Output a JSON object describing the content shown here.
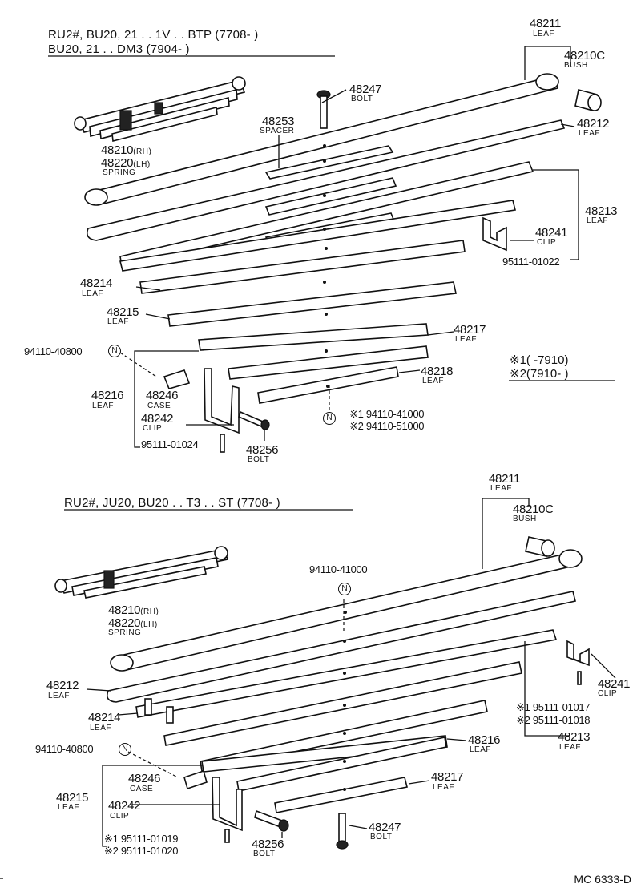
{
  "section1": {
    "header_line1": "RU2#, BU20, 21 . . 1V . . BTP (7708-        )",
    "header_line2": "BU20, 21 . . DM3 (7904-          )",
    "spring_parts": [
      "48210",
      "48220"
    ],
    "spring_side": [
      "(RH)",
      "(LH)"
    ],
    "spring_name": "SPRING",
    "labels": {
      "p48211": "48211",
      "n48211": "LEAF",
      "p48210c": "48210C",
      "n48210c": "BUSH",
      "p48247": "48247",
      "n48247": "BOLT",
      "p48253": "48253",
      "n48253": "SPACER",
      "p48212": "48212",
      "n48212": "LEAF",
      "p48213": "48213",
      "n48213": "LEAF",
      "p48241": "48241",
      "n48241": "CLIP",
      "p95111_01022": "95111-01022",
      "p48214": "48214",
      "n48214": "LEAF",
      "p48215": "48215",
      "n48215": "LEAF",
      "p48217": "48217",
      "n48217": "LEAF",
      "p94110_40800": "94110-40800",
      "p48218": "48218",
      "n48218": "LEAF",
      "p48216": "48216",
      "n48216": "LEAF",
      "p48246": "48246",
      "n48246": "CASE",
      "p48242": "48242",
      "n48242": "CLIP",
      "p95111_01024": "95111-01024",
      "p48256": "48256",
      "n48256": "BOLT",
      "nut1": "※1 94110-41000",
      "nut2": "※2 94110-51000"
    },
    "legend": {
      "line1": "※1(        -7910)",
      "line2": "※2(7910-          )"
    }
  },
  "section2": {
    "header": "RU2#, JU20, BU20 . . T3 . . ST (7708-          )",
    "spring_parts": [
      "48210",
      "48220"
    ],
    "spring_side": [
      "(RH)",
      "(LH)"
    ],
    "spring_name": "SPRING",
    "labels": {
      "p48211": "48211",
      "n48211": "LEAF",
      "p48210c": "48210C",
      "n48210c": "BUSH",
      "p94110_41000": "94110-41000",
      "p48212": "48212",
      "n48212": "LEAF",
      "p48214": "48214",
      "n48214": "LEAF",
      "p48241": "48241",
      "n48241": "CLIP",
      "bolt1": "※1 95111-01017",
      "bolt2": "※2 95111-01018",
      "p48213": "48213",
      "n48213": "LEAF",
      "p94110_40800": "94110-40800",
      "p48216": "48216",
      "n48216": "LEAF",
      "p48246": "48246",
      "n48246": "CASE",
      "p48217": "48217",
      "n48217": "LEAF",
      "p48215": "48215",
      "n48215": "LEAF",
      "p48242": "48242",
      "n48242": "CLIP",
      "b3": "※1 95111-01019",
      "b4": "※2 95111-01020",
      "p48256": "48256",
      "n48256": "BOLT",
      "p48247": "48247",
      "n48247": "BOLT"
    }
  },
  "nut_symbol": "N",
  "footer_code": "MC 6333-D"
}
